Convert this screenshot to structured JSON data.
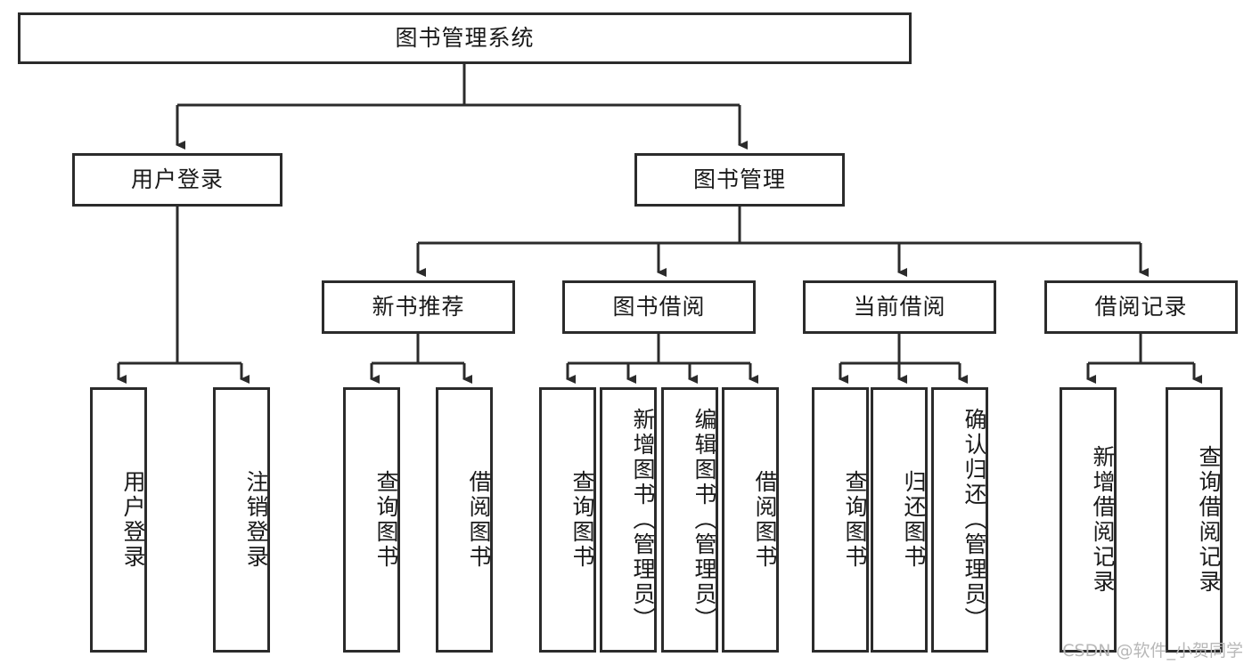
{
  "diagram": {
    "title": "图书管理系统",
    "type": "tree-hierarchy-chart",
    "line_color": "#2b2b2b",
    "box_fill": "#ffffff",
    "text_color": "#1a1a1a"
  },
  "watermark": {
    "text": "CSDN @软件_小贺同学",
    "color": "#b8b8b8"
  },
  "nodes": {
    "root": {
      "label": "图书管理系统"
    },
    "level2": [
      {
        "label": "用户登录"
      },
      {
        "label": "图书管理"
      }
    ],
    "level3": [
      {
        "label": "新书推荐"
      },
      {
        "label": "图书借阅"
      },
      {
        "label": "当前借阅"
      },
      {
        "label": "借阅记录"
      }
    ],
    "leaves_user_login": [
      {
        "label": "用户登录"
      },
      {
        "label": "注销登录"
      }
    ],
    "leaves_new_book": [
      {
        "label": "查询图书"
      },
      {
        "label": "借阅图书"
      }
    ],
    "leaves_borrow": [
      {
        "label": "查询图书"
      },
      {
        "label": "新增图书（管理员）"
      },
      {
        "label": "编辑图书（管理员）"
      },
      {
        "label": "借阅图书"
      }
    ],
    "leaves_current": [
      {
        "label": "查询图书"
      },
      {
        "label": "归还图书"
      },
      {
        "label": "确认归还（管理员）"
      }
    ],
    "leaves_records": [
      {
        "label": "新增借阅记录"
      },
      {
        "label": "查询借阅记录"
      }
    ]
  }
}
